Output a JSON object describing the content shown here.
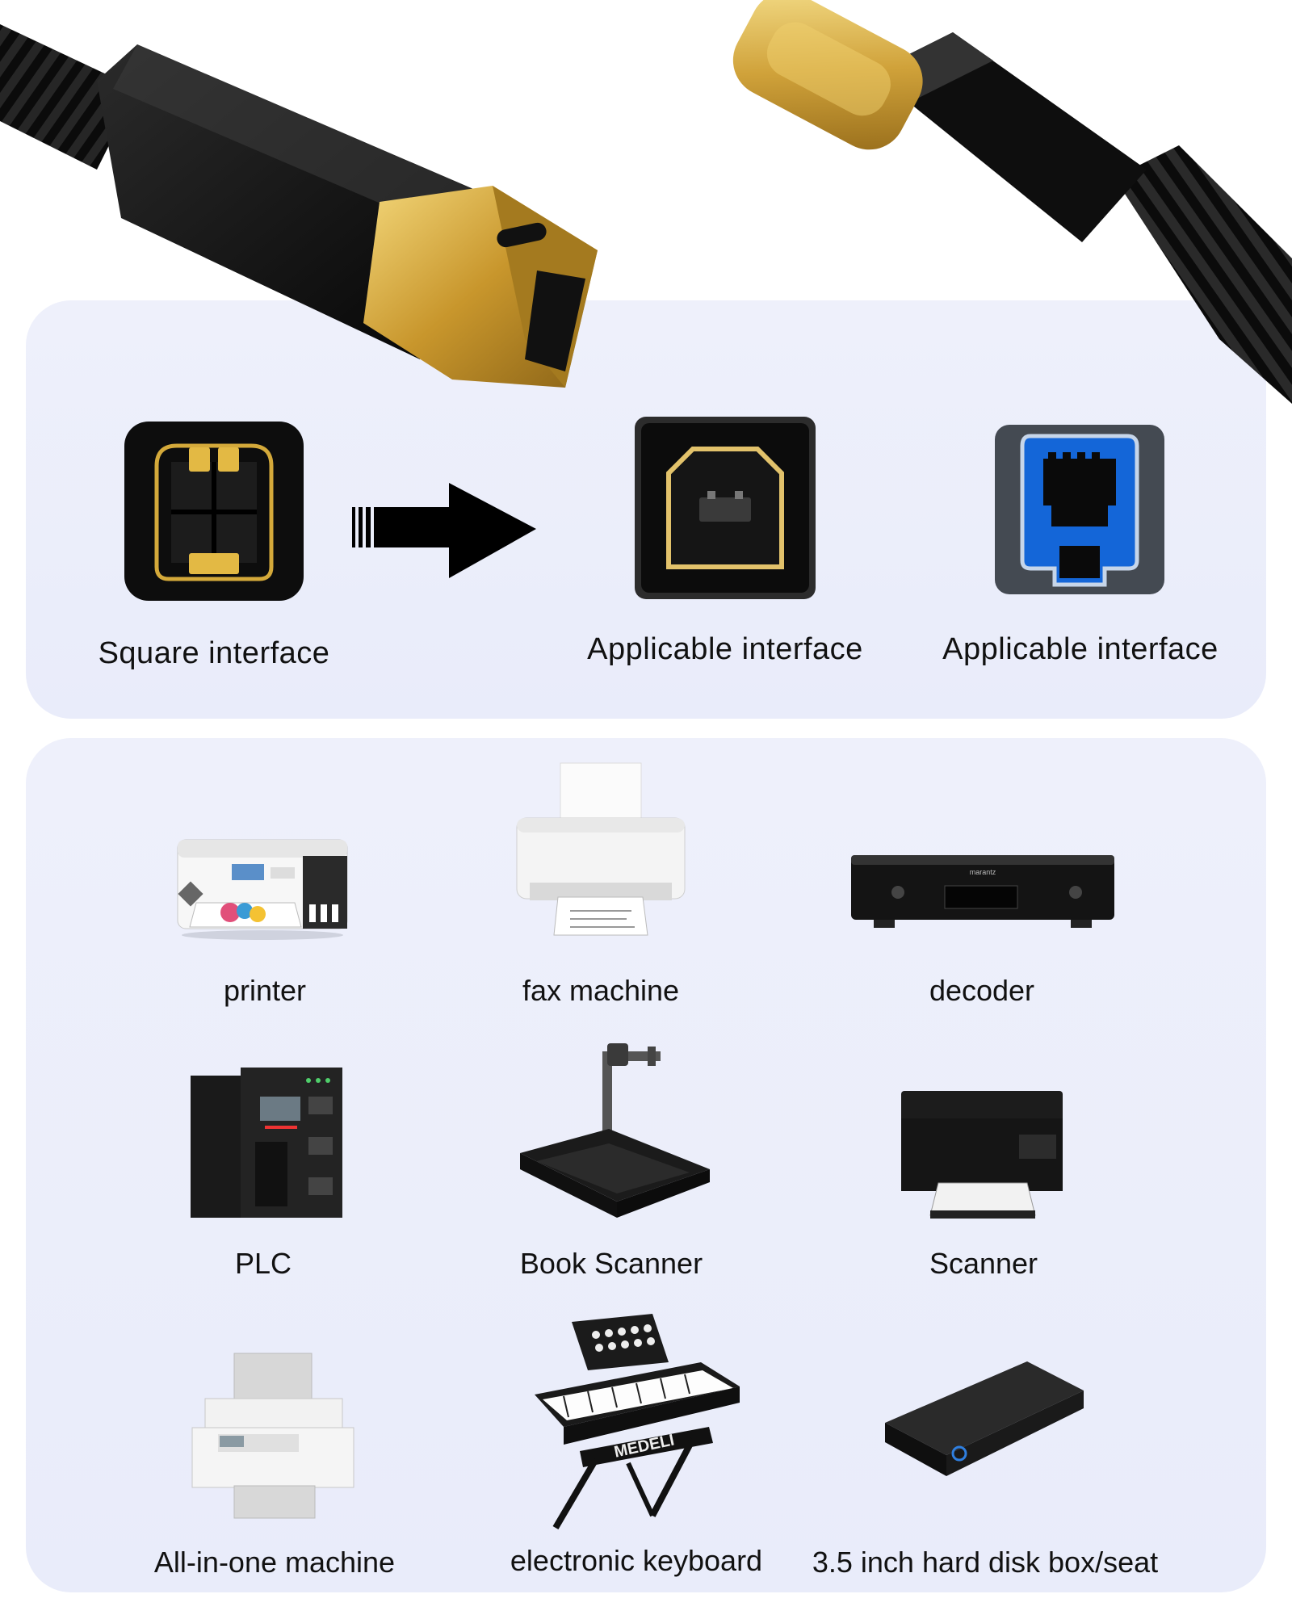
{
  "interfaces": {
    "square_label": "Square interface",
    "applicable_label_1": "Applicable interface",
    "applicable_label_2": "Applicable interface"
  },
  "devices": [
    {
      "label": "printer",
      "icon": "printer-icon"
    },
    {
      "label": "fax machine",
      "icon": "fax-machine-icon"
    },
    {
      "label": "decoder",
      "icon": "decoder-icon"
    },
    {
      "label": "PLC",
      "icon": "plc-icon"
    },
    {
      "label": "Book Scanner",
      "icon": "book-scanner-icon"
    },
    {
      "label": "Scanner",
      "icon": "scanner-icon"
    },
    {
      "label": "All-in-one machine",
      "icon": "all-in-one-machine-icon"
    },
    {
      "label": "electronic keyboard",
      "icon": "electronic-keyboard-icon"
    },
    {
      "label": "3.5 inch hard disk box/seat",
      "icon": "hard-disk-box-icon"
    }
  ],
  "colors": {
    "panel": "#ebeefa",
    "gold": "#d4a93a",
    "connector_black": "#0d0d0d",
    "usb3_blue": "#1466d8"
  },
  "branding": {
    "decoder_brand": "marantz",
    "keyboard_brand": "MEDELI"
  }
}
